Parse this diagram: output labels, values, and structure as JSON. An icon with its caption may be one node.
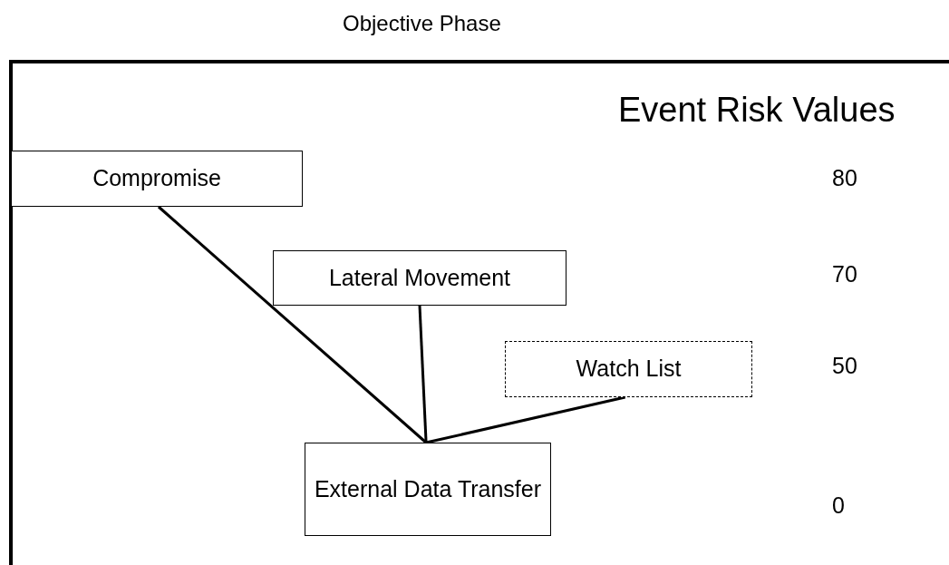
{
  "diagram": {
    "title": "Objective Phase",
    "nodes": [
      {
        "text": [],
        "shape": "box"
      },
      {
        "text": [
          "Compromise"
        ],
        "in": 0
      },
      {
        "text": [
          "Lateral Movement"
        ],
        "in": 0
      },
      {
        "text": [
          "Watch List"
        ],
        "in": 0
      },
      {
        "text": [
          "External Data Transfer"
        ],
        "in": 0
      }
    ],
    "edges": [
      {
        "from": 1,
        "to": 4,
        "arrow": "none"
      },
      {
        "from": 2,
        "to": 4,
        "arrow": "none"
      },
      {
        "from": 3,
        "to": 4,
        "arrow": "none"
      }
    ],
    "labels": [
      "Event Risk Values",
      "80",
      "70",
      "50",
      "0"
    ]
  }
}
